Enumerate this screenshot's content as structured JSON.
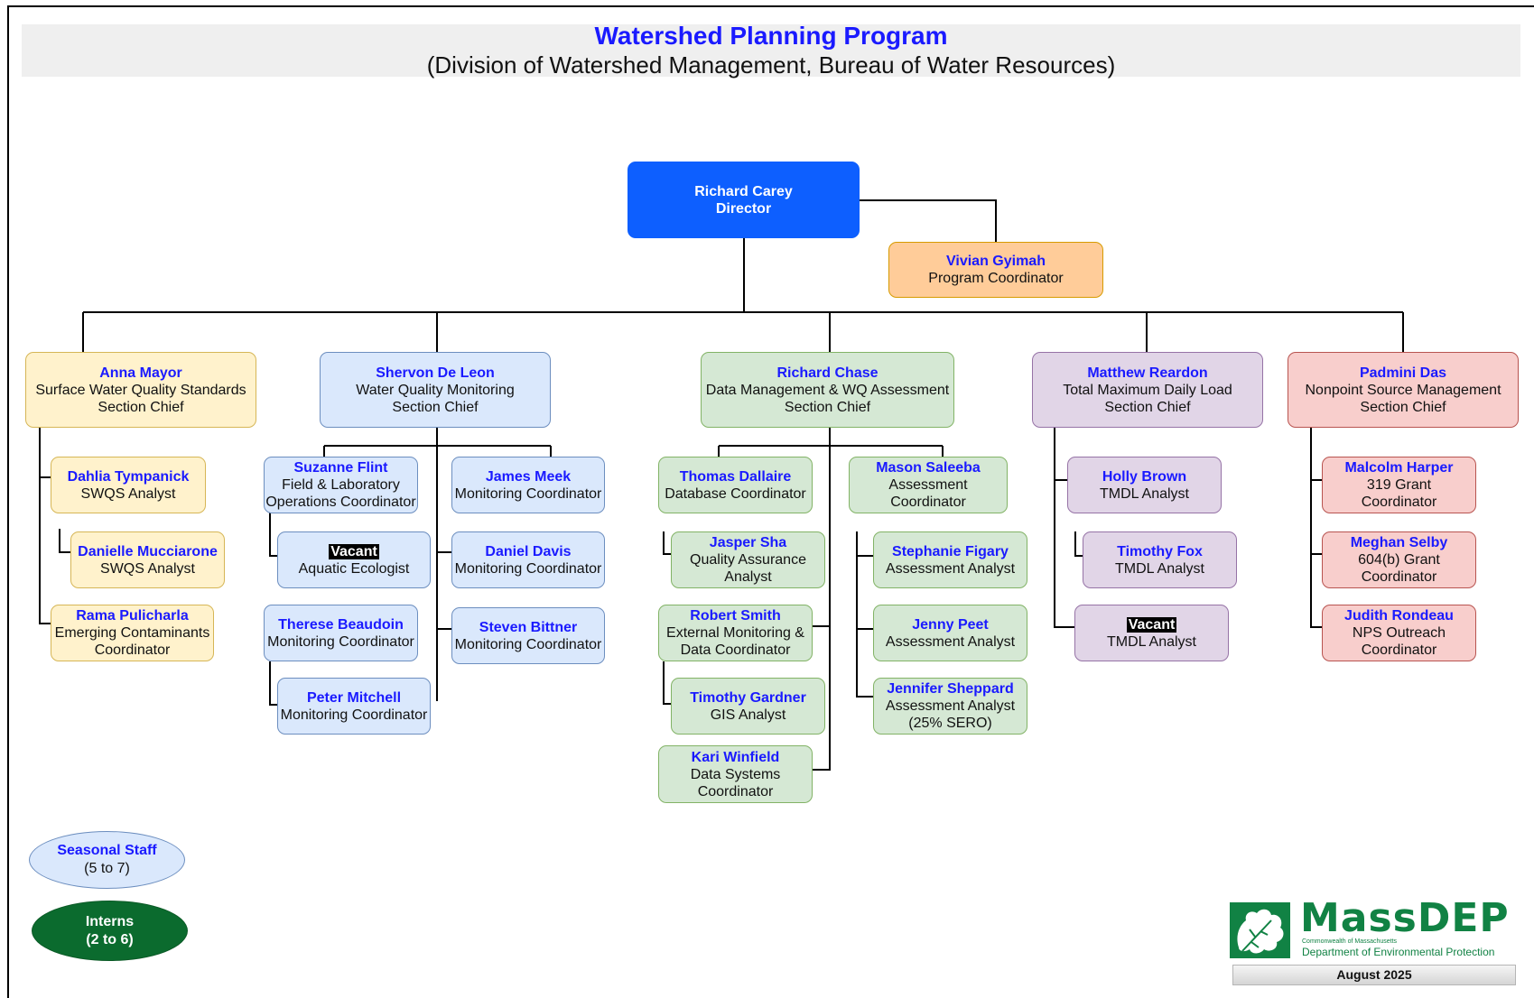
{
  "header": {
    "title": "Watershed Planning Program",
    "subtitle": "(Division of Watershed Management, Bureau of Water Resources)"
  },
  "director": {
    "name": "Richard Carey",
    "role": "Director"
  },
  "coordinator": {
    "name": "Vivian Gyimah",
    "role": "Program Coordinator"
  },
  "sections": {
    "standards": {
      "chief": {
        "name": "Anna Mayor",
        "role1": "Surface Water Quality Standards",
        "role2": "Section Chief"
      },
      "staff": [
        {
          "name": "Dahlia Tympanick",
          "role1": "SWQS Analyst"
        },
        {
          "name": "Danielle Mucciarone",
          "role1": "SWQS Analyst"
        },
        {
          "name": "Rama Pulicharla",
          "role1": "Emerging Contaminants",
          "role2": "Coordinator"
        }
      ]
    },
    "monitoring": {
      "chief": {
        "name": "Shervon De Leon",
        "role1": "Water Quality Monitoring",
        "role2": "Section Chief"
      },
      "staff": [
        {
          "name": "Suzanne Flint",
          "role1": "Field & Laboratory",
          "role2": "Operations Coordinator"
        },
        {
          "name": "Vacant",
          "role1": "Aquatic Ecologist"
        },
        {
          "name": "Therese Beaudoin",
          "role1": "Monitoring Coordinator"
        },
        {
          "name": "Peter Mitchell",
          "role1": "Monitoring Coordinator"
        },
        {
          "name": "James Meek",
          "role1": "Monitoring Coordinator"
        },
        {
          "name": "Daniel Davis",
          "role1": "Monitoring Coordinator"
        },
        {
          "name": "Steven Bittner",
          "role1": "Monitoring Coordinator"
        }
      ]
    },
    "data": {
      "chief": {
        "name": "Richard Chase",
        "role1": "Data Management & WQ Assessment",
        "role2": "Section Chief"
      },
      "staff": [
        {
          "name": "Thomas Dallaire",
          "role1": "Database Coordinator"
        },
        {
          "name": "Jasper Sha",
          "role1": "Quality Assurance",
          "role2": "Analyst"
        },
        {
          "name": "Robert Smith",
          "role1": "External Monitoring &",
          "role2": "Data Coordinator"
        },
        {
          "name": "Timothy Gardner",
          "role1": "GIS Analyst"
        },
        {
          "name": "Kari Winfield",
          "role1": "Data Systems",
          "role2": "Coordinator"
        },
        {
          "name": "Mason Saleeba",
          "role1": "Assessment Coordinator"
        },
        {
          "name": "Stephanie Figary",
          "role1": "Assessment Analyst"
        },
        {
          "name": "Jenny Peet",
          "role1": "Assessment Analyst"
        },
        {
          "name": "Jennifer Sheppard",
          "role1": "Assessment Analyst",
          "role2": "(25% SERO)"
        }
      ]
    },
    "tmdl": {
      "chief": {
        "name": "Matthew Reardon",
        "role1": "Total Maximum Daily Load",
        "role2": "Section Chief"
      },
      "staff": [
        {
          "name": "Holly Brown",
          "role1": "TMDL Analyst"
        },
        {
          "name": "Timothy Fox",
          "role1": "TMDL Analyst"
        },
        {
          "name": "Vacant",
          "role1": "TMDL Analyst"
        }
      ]
    },
    "nps": {
      "chief": {
        "name": "Padmini Das",
        "role1": "Nonpoint Source Management",
        "role2": "Section Chief"
      },
      "staff": [
        {
          "name": "Malcolm Harper",
          "role1": "319 Grant",
          "role2": "Coordinator"
        },
        {
          "name": "Meghan Selby",
          "role1": "604(b) Grant",
          "role2": "Coordinator"
        },
        {
          "name": "Judith Rondeau",
          "role1": "NPS Outreach",
          "role2": "Coordinator"
        }
      ]
    }
  },
  "seasonal": {
    "label": "Seasonal Staff",
    "count": "(5 to 7)"
  },
  "interns": {
    "label": "Interns",
    "count": "(2 to 6)"
  },
  "logo": {
    "brand": "MassDEP",
    "line1": "Commonwealth of Massachusetts",
    "line2": "Department of Environmental Protection",
    "icon": "oak-leaf-icon",
    "color": "#118244"
  },
  "date": "August 2025"
}
